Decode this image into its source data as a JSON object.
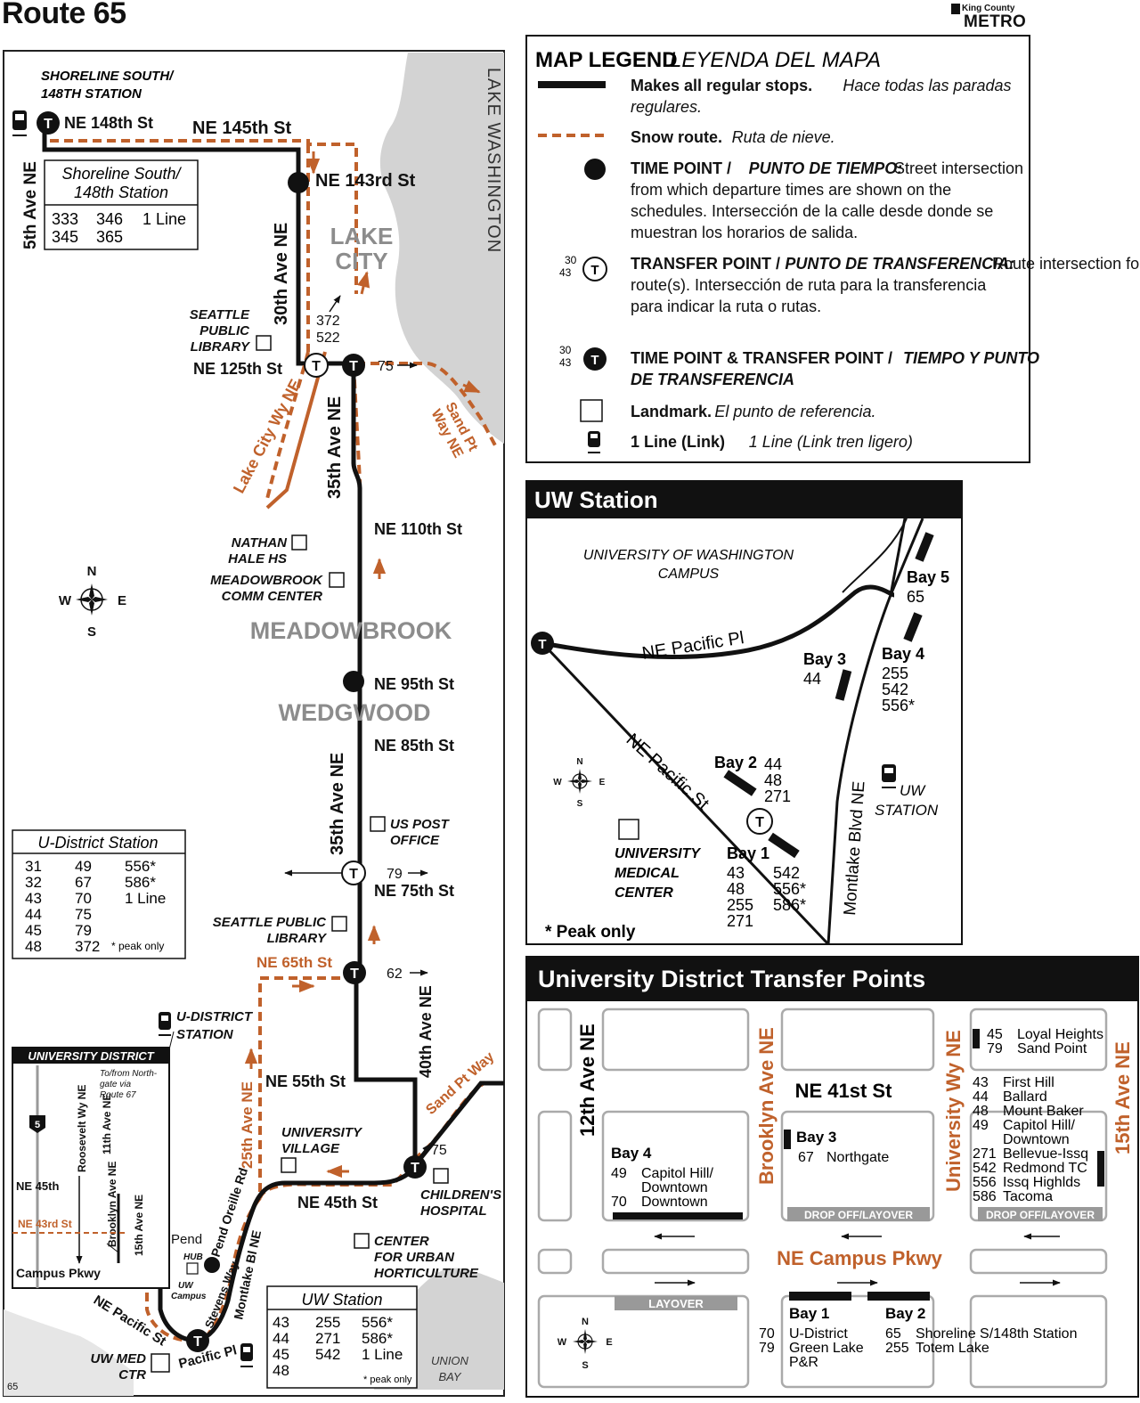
{
  "header": {
    "title": "Route 65",
    "logo_small": "King County",
    "logo_big": "METRO",
    "page_number": "65"
  },
  "colors": {
    "route": "#111111",
    "snow": "#c0612b",
    "water": "#d3d3d3",
    "neighborhood": "#8c8c8c"
  },
  "main_map": {
    "station_top_label": [
      "SHORELINE SOUTH/",
      "148TH STATION"
    ],
    "streets": {
      "ne148": "NE 148th St",
      "ne145": "NE 145th St",
      "ne143": "NE 143rd St",
      "ave5": "5th Ave NE",
      "ave30": "30th Ave NE",
      "ne125": "NE 125th St",
      "lcw": "Lake City Wy NE",
      "sand_pt": [
        "Sand Pt",
        "Way NE"
      ],
      "ave35a": "35th Ave NE",
      "ne110": "NE 110th St",
      "ne95": "NE 95th St",
      "ne85": "NE 85th St",
      "ave35b": "35th Ave NE",
      "ne75": "NE 75th St",
      "ne65": "NE 65th St",
      "ave40": "40th Ave NE",
      "ne55": "NE 55th St",
      "ave25": "25th Ave NE",
      "sand_pt_way": "Sand Pt Way",
      "ne45": "NE 45th St",
      "pend_oreille": "Pend Oreille Rd",
      "montlake": "Montlake Bl NE",
      "stevens": "Stevens Way",
      "ne_pacific": "NE Pacific St",
      "pacific_pl": "Pacific Pl"
    },
    "lake": "LAKE WASHINGTON",
    "neighborhoods": {
      "lake_city": [
        "LAKE",
        "CITY"
      ],
      "meadowbrook": "MEADOWBROOK",
      "wedgwood": "WEDGWOOD"
    },
    "landmarks": {
      "library1": [
        "SEATTLE",
        "PUBLIC",
        "LIBRARY"
      ],
      "nathan_hale": [
        "NATHAN",
        "HALE HS"
      ],
      "meadowbrook_cc": [
        "MEADOWBROOK",
        "COMM CENTER"
      ],
      "post_office": [
        "US POST",
        "OFFICE"
      ],
      "library2": [
        "SEATTLE PUBLIC",
        "LIBRARY"
      ],
      "uvillage": [
        "UNIVERSITY",
        "VILLAGE"
      ],
      "childrens": [
        "CHILDREN'S",
        "HOSPITAL"
      ],
      "urban_hort": [
        "CENTER",
        "FOR URBAN",
        "HORTICULTURE"
      ],
      "uw_med": [
        "UW MED",
        "CTR"
      ],
      "udistrict_station": [
        "U-DISTRICT",
        "STATION"
      ],
      "hub": "HUB",
      "uw_campus": [
        "UW",
        "Campus"
      ],
      "union_bay": [
        "UNION",
        "BAY"
      ]
    },
    "transfers": {
      "t372": "372",
      "t522": "522",
      "t75a": "75",
      "t79": "79",
      "t62": "62",
      "t75b": "75"
    },
    "shoreline_box": {
      "title": [
        "Shoreline South/",
        "148th Station"
      ],
      "routes": [
        [
          "333",
          "346",
          "1 Line"
        ],
        [
          "345",
          "365",
          ""
        ]
      ]
    },
    "udistrict_box": {
      "title": "U-District Station",
      "rows": [
        [
          "31",
          "49",
          "556*"
        ],
        [
          "32",
          "67",
          "586*"
        ],
        [
          "43",
          "70",
          "1 Line"
        ],
        [
          "44",
          "75",
          ""
        ],
        [
          "45",
          "79",
          ""
        ],
        [
          "48",
          "372",
          ""
        ]
      ],
      "note": "* peak only"
    },
    "uwstation_box": {
      "title": "UW Station",
      "rows": [
        [
          "43",
          "255",
          "556*"
        ],
        [
          "44",
          "271",
          "586*"
        ],
        [
          "45",
          "542",
          "1 Line"
        ],
        [
          "48",
          "",
          ""
        ]
      ],
      "note": "* peak only"
    },
    "inset": {
      "title": "UNIVERSITY DISTRICT",
      "note": [
        "To/from North-",
        "gate via",
        "Route 67"
      ],
      "i5": "5",
      "roosevelt": "Roosevelt Wy NE",
      "ave11": "11th Ave NE",
      "brooklyn": "Brooklyn Ave NE",
      "ave15": "15th Ave NE",
      "ne45": "NE 45th",
      "ne43": "NE 43rd St",
      "campus_pkwy": "Campus Pkwy"
    }
  },
  "legend": {
    "title": "MAP LEGEND",
    "title_es": "LEYENDA DEL MAPA",
    "items": [
      {
        "bold": "Makes all regular stops.",
        "lines": [
          "Hace todas las paradas",
          "regulares."
        ]
      },
      {
        "bold": "Snow route.",
        "lines": [
          "Ruta de nieve."
        ]
      },
      {
        "bold": "TIME POINT / ",
        "bold_it": "PUNTO DE TIEMPO:",
        "lines": [
          "Street intersection",
          "from which departure times are shown on the",
          "schedules. Intersección de la calle desde donde se",
          "muestran los horarios de salida."
        ]
      },
      {
        "bold": "TRANSFER POINT / ",
        "bold_it": "PUNTO DE TRANSFERENCIA:",
        "lines": [
          "Route intersection for transferring to indicated",
          "route(s). Intersección de ruta para la transferencia",
          "para indicar la ruta o rutas."
        ]
      },
      {
        "bold": "TIME POINT & TRANSFER POINT / ",
        "bold_it": "TIEMPO Y PUNTO",
        "lines": [
          "DE TRANSFERENCIA"
        ]
      },
      {
        "bold": "Landmark.",
        "lines": [
          "El punto de referencia."
        ]
      },
      {
        "bold": "1 Line (Link)",
        "lines": [
          "1 Line (Link tren ligero)"
        ]
      }
    ],
    "sample_routes": [
      "30",
      "43"
    ]
  },
  "uw_station": {
    "title": "UW Station",
    "campus": [
      "UNIVERSITY OF WASHINGTON",
      "CAMPUS"
    ],
    "ne_pacific_pl": "NE Pacific Pl",
    "ne_pacific_st": "NE Pacific St",
    "montlake": "Montlake Blvd NE",
    "station": [
      "UW",
      "STATION"
    ],
    "medical": [
      "UNIVERSITY",
      "MEDICAL",
      "CENTER"
    ],
    "bays": [
      {
        "name": "Bay 5",
        "routes": [
          "65"
        ]
      },
      {
        "name": "Bay 4",
        "routes": [
          "255",
          "542",
          "556*"
        ]
      },
      {
        "name": "Bay 3",
        "routes": [
          "44"
        ]
      },
      {
        "name": "Bay 2",
        "routes": [
          "44",
          "48",
          "271"
        ]
      },
      {
        "name": "Bay 1",
        "routes": [
          "43",
          "48",
          "255",
          "271",
          "542",
          "556*",
          "586*"
        ]
      }
    ],
    "note": "* Peak only"
  },
  "transfer_points": {
    "title": "University District Transfer Points",
    "streets": {
      "ave12": "12th Ave NE",
      "brooklyn": "Brooklyn Ave NE",
      "university": "University Wy NE",
      "ave15": "15th Ave NE",
      "ne41": "NE 41st St",
      "campus": "NE Campus Pkwy"
    },
    "bay4": {
      "name": "Bay 4",
      "routes": [
        [
          "49",
          "Capitol Hill/"
        ],
        [
          "",
          "Downtown"
        ],
        [
          "70",
          "Downtown"
        ]
      ]
    },
    "bay3": {
      "name": "Bay 3",
      "routes": [
        [
          "67",
          "Northgate"
        ]
      ]
    },
    "ne_top": [
      [
        "45",
        "Loyal Heights"
      ],
      [
        "79",
        "Sand Point"
      ]
    ],
    "ne_list": [
      [
        "43",
        "First Hill"
      ],
      [
        "44",
        "Ballard"
      ],
      [
        "48",
        "Mount Baker"
      ],
      [
        "49",
        "Capitol Hill/"
      ],
      [
        "",
        "Downtown"
      ],
      [
        "271",
        "Bellevue-Issq"
      ],
      [
        "542",
        "Redmond TC"
      ],
      [
        "556",
        "Issq Highlds"
      ],
      [
        "586",
        "Tacoma"
      ]
    ],
    "bay1": {
      "name": "Bay 1",
      "routes": [
        [
          "70",
          "U-District"
        ],
        [
          "79",
          "Green Lake"
        ],
        [
          "",
          "P&R"
        ]
      ]
    },
    "bay2": {
      "name": "Bay 2",
      "routes": [
        [
          "65",
          "Shoreline S/148th Station"
        ],
        [
          "255",
          "Totem Lake"
        ]
      ]
    },
    "drop_off": "DROP OFF/LAYOVER",
    "layover": "LAYOVER"
  },
  "compass": {
    "n": "N",
    "s": "S",
    "e": "E",
    "w": "W"
  }
}
